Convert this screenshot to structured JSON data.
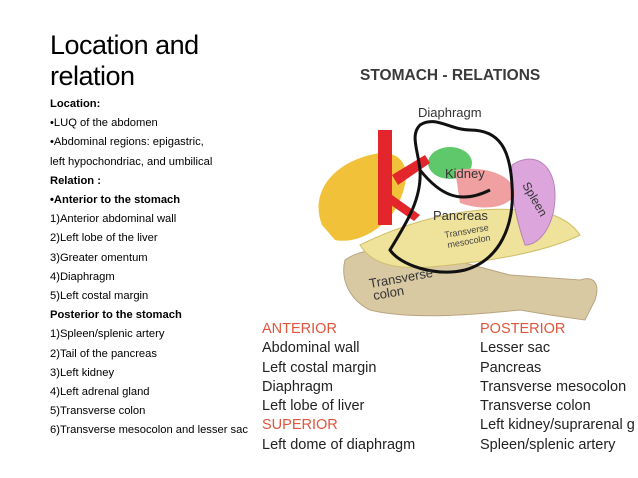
{
  "slide": {
    "title": "Location and relation",
    "lines": [
      {
        "text": "Location:",
        "bold": true
      },
      {
        "text": "•LUQ of the abdomen",
        "bold": false
      },
      {
        "text": "•Abdominal regions: epigastric,",
        "bold": false
      },
      {
        "text": "left hypochondriac, and umbilical",
        "bold": false
      },
      {
        "text": "Relation :",
        "bold": true
      },
      {
        "text": "•Anterior to the stomach",
        "bold": true
      },
      {
        "text": "1)Anterior abdominal wall",
        "bold": false
      },
      {
        "text": "2)Left lobe of the liver",
        "bold": false
      },
      {
        "text": "3)Greater omentum",
        "bold": false
      },
      {
        "text": "4)Diaphragm",
        "bold": false
      },
      {
        "text": "5)Left costal margin",
        "bold": false
      },
      {
        "text": "Posterior to the stomach",
        "bold": true
      },
      {
        "text": "1)Spleen/splenic artery",
        "bold": false
      },
      {
        "text": "2)Tail of the pancreas",
        "bold": false
      },
      {
        "text": "3)Left kidney",
        "bold": false
      },
      {
        "text": "4)Left adrenal gland",
        "bold": false
      },
      {
        "text": "5)Transverse colon",
        "bold": false
      },
      {
        "text": "6)Transverse mesocolon and lesser sac",
        "bold": false
      }
    ]
  },
  "figure": {
    "title": "STOMACH - RELATIONS",
    "labels": {
      "diaphragm": "Diaphragm",
      "spleen": "Spleen",
      "kidney": "Kidney",
      "pancreas": "Pancreas",
      "transverse_mesocolon_1": "Transverse",
      "transverse_mesocolon_2": "mesocolon",
      "transverse_colon_1": "Transverse",
      "transverse_colon_2": "colon"
    },
    "anterior": {
      "header": "ANTERIOR",
      "items": [
        "Abdominal wall",
        "Left costal margin",
        "Diaphragm",
        "Left lobe of liver"
      ]
    },
    "superior": {
      "header": "SUPERIOR",
      "items": [
        "Left dome of diaphragm"
      ]
    },
    "posterior": {
      "header": "POSTERIOR",
      "items": [
        "Lesser sac",
        "Pancreas",
        "Transverse mesocolon",
        "Transverse colon",
        "Left kidney/suprarenal g",
        "Spleen/splenic artery"
      ]
    },
    "colors": {
      "heading_accent": "#e0543c",
      "liver": "#f2c13a",
      "pancreas": "#efe29a",
      "spleen": "#dca6dc",
      "kidney": "#5fc86a",
      "aorta": "#e2262b",
      "colon": "#d9c9a3"
    }
  }
}
